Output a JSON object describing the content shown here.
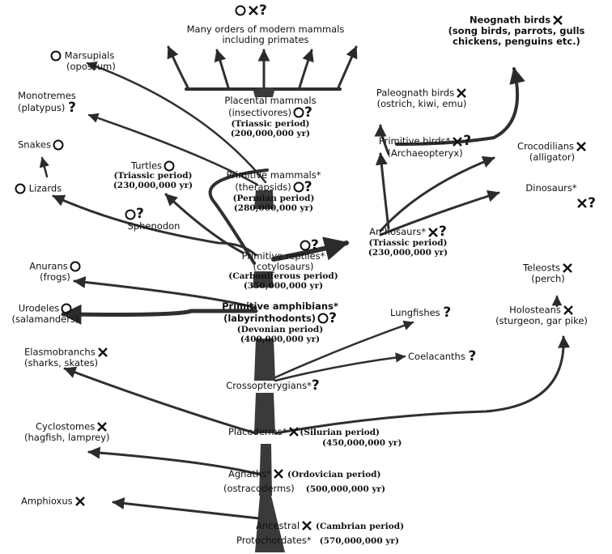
{
  "labels": {
    "modern_mammals": {
      "line1": "Many orders of modern mammals",
      "line2": "including primates"
    },
    "neognath": {
      "name": "Neognath birds",
      "line2": "(song birds, parrots, gulls",
      "line3": "chickens, penguins etc.)"
    },
    "marsupials": {
      "name": "Marsupials",
      "example": "(opossum)"
    },
    "monotremes": {
      "name": "Monotremes",
      "example": "(platypus)"
    },
    "placental": {
      "name": "Placental mammals",
      "example": "(insectivores)",
      "period": "(Triassic period)",
      "age": "(200,000,000 yr)"
    },
    "paleognath": {
      "name": "Paleognath birds",
      "example": "(ostrich, kiwi, emu)"
    },
    "snakes": {
      "name": "Snakes"
    },
    "primitive_birds": {
      "name": "Primitive birds*",
      "example": "(Archaeopteryx)"
    },
    "crocodilians": {
      "name": "Crocodilians",
      "example": "(alligator)"
    },
    "turtles": {
      "name": "Turtles",
      "period": "(Triassic period)",
      "age": "(230,000,000 yr)"
    },
    "lizards": {
      "name": "Lizards"
    },
    "primitive_mammals": {
      "name": "Primitive mammals*",
      "example": "(therapsids)",
      "period": "(Permian period)",
      "age": "(280,000,000 yr)"
    },
    "dinosaurs": {
      "name": "Dinosaurs*"
    },
    "sphenodon": {
      "name": "Sphenodon"
    },
    "archosaurs": {
      "name": "Archosaurs*",
      "period": "(Triassic period)",
      "age": "(230,000,000 yr)"
    },
    "primitive_reptiles": {
      "name": "Primitive reptiles*",
      "example": "(cotylosaurs)",
      "period": "(Carboniferous period)",
      "age": "(350,000,000 yr)"
    },
    "teleosts": {
      "name": "Teleosts",
      "example": "(perch)"
    },
    "anurans": {
      "name": "Anurans",
      "example": "(frogs)"
    },
    "urodeles": {
      "name": "Urodeles",
      "example": "(salamanders)"
    },
    "primitive_amphibians": {
      "name": "Primitive amphibians*",
      "example": "(labyrinthodonts)",
      "period": "(Devonian period)",
      "age": "(400,000,000 yr)"
    },
    "lungfishes": {
      "name": "Lungfishes"
    },
    "holosteans": {
      "name": "Holosteans",
      "example": "(sturgeon, gar pike)"
    },
    "elasmobranchs": {
      "name": "Elasmobranchs",
      "example": "(sharks, skates)"
    },
    "coelacanths": {
      "name": "Coelacanths"
    },
    "crossopterygians": {
      "name": "Crossopterygians*"
    },
    "placoderms": {
      "name": "Placoderms*",
      "period": "(Silurian period)",
      "age": "(450,000,000 yr)"
    },
    "cyclostomes": {
      "name": "Cyclostomes",
      "example": "(hagfish, lamprey)"
    },
    "agnaths": {
      "name": "Agnaths*",
      "example": "(ostracoderms)",
      "period": "(Ordovician period)",
      "age": "(500,000,000 yr)"
    },
    "amphioxus": {
      "name": "Amphioxus"
    },
    "ancestral": {
      "line1": "Ancestral",
      "line2": "Protochordates*",
      "period": "(Cambrian period)",
      "age": "(570,000,000 yr)"
    }
  },
  "marks": {
    "question": "?"
  }
}
